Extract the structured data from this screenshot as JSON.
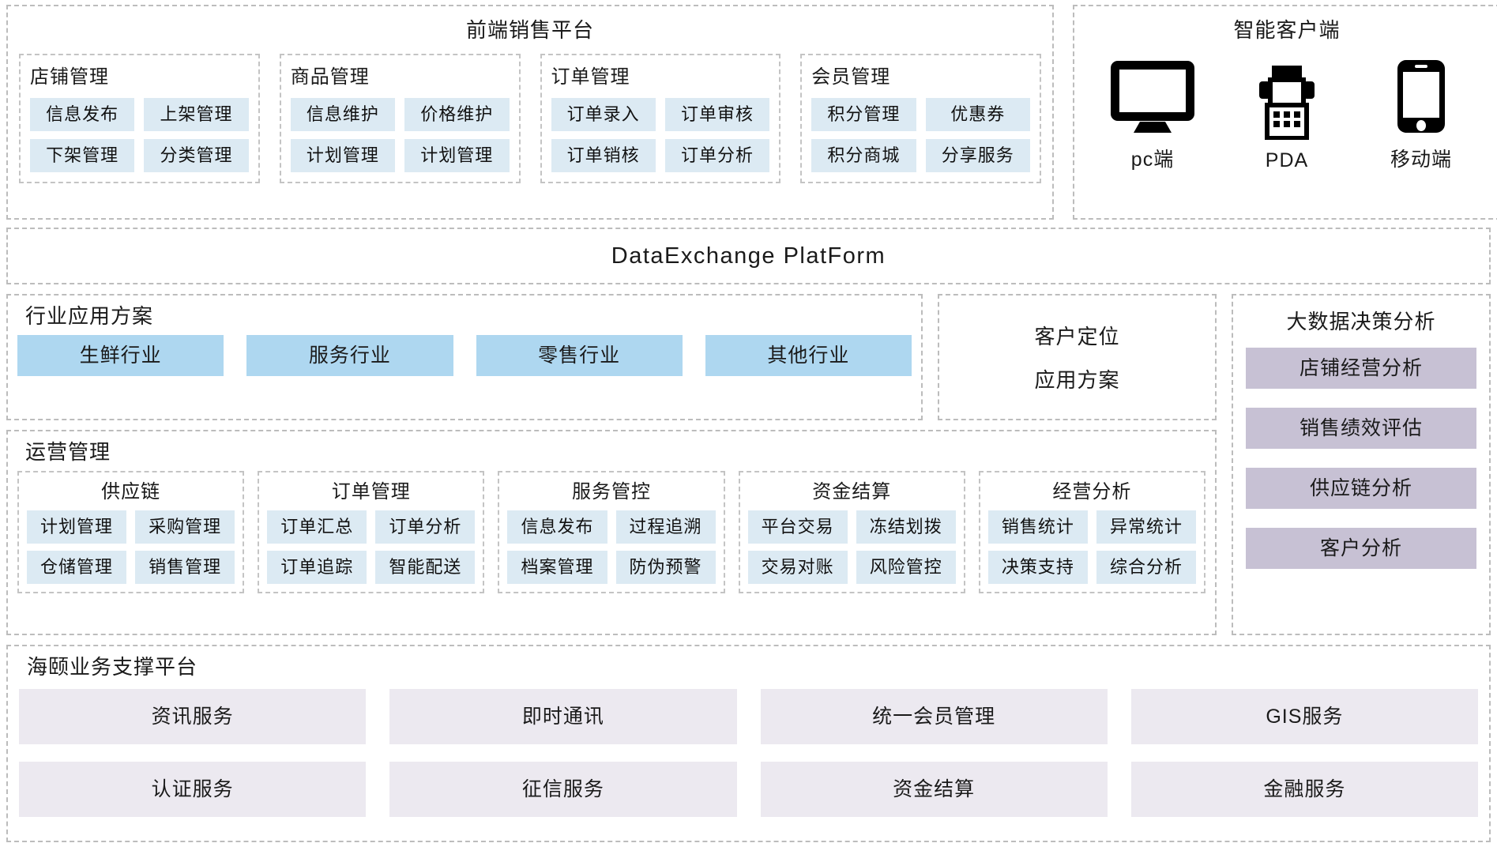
{
  "frontend": {
    "title": "前端销售平台",
    "modules": [
      {
        "title": "店铺管理",
        "items": [
          "信息发布",
          "上架管理",
          "下架管理",
          "分类管理"
        ]
      },
      {
        "title": "商品管理",
        "items": [
          "信息维护",
          "价格维护",
          "计划管理",
          "计划管理"
        ]
      },
      {
        "title": "订单管理",
        "items": [
          "订单录入",
          "订单审核",
          "订单销核",
          "订单分析"
        ]
      },
      {
        "title": "会员管理",
        "items": [
          "积分管理",
          "优惠券",
          "积分商城",
          "分享服务"
        ]
      }
    ]
  },
  "client": {
    "title": "智能客户端",
    "devices": [
      {
        "icon": "desktop-monitor-icon",
        "label": "pc端"
      },
      {
        "icon": "pda-terminal-icon",
        "label": "PDA"
      },
      {
        "icon": "mobile-phone-icon",
        "label": "移动端"
      }
    ]
  },
  "data_exchange": {
    "title": "DataExchange  PlatForm"
  },
  "industry": {
    "title": "行业应用方案",
    "items": [
      "生鲜行业",
      "服务行业",
      "零售行业",
      "其他行业"
    ]
  },
  "customer_positioning": {
    "line1": "客户定位",
    "line2": "应用方案"
  },
  "operations": {
    "title": "运营管理",
    "boxes": [
      {
        "title": "供应链",
        "items": [
          "计划管理",
          "采购管理",
          "仓储管理",
          "销售管理"
        ]
      },
      {
        "title": "订单管理",
        "items": [
          "订单汇总",
          "订单分析",
          "订单追踪",
          "智能配送"
        ]
      },
      {
        "title": "服务管控",
        "items": [
          "信息发布",
          "过程追溯",
          "档案管理",
          "防伪预警"
        ]
      },
      {
        "title": "资金结算",
        "items": [
          "平台交易",
          "冻结划拨",
          "交易对账",
          "风险管控"
        ]
      },
      {
        "title": "经营分析",
        "items": [
          "销售统计",
          "异常统计",
          "决策支持",
          "综合分析"
        ]
      }
    ]
  },
  "bigdata": {
    "title": "大数据决策分析",
    "items": [
      "店铺经营分析",
      "销售绩效评估",
      "供应链分析",
      "客户分析"
    ]
  },
  "support": {
    "title": "海颐业务支撑平台",
    "items": [
      "资讯服务",
      "即时通讯",
      "统一会员管理",
      "GIS服务",
      "认证服务",
      "征信服务",
      "资金结算",
      "金融服务"
    ]
  },
  "colors": {
    "chip_blue": "#dceaf3",
    "industry_blue": "#aed7f0",
    "bigdata_purple": "#c7c1d4",
    "support_lavender": "#ece9f0",
    "border_dash": "#bcbcbc"
  }
}
